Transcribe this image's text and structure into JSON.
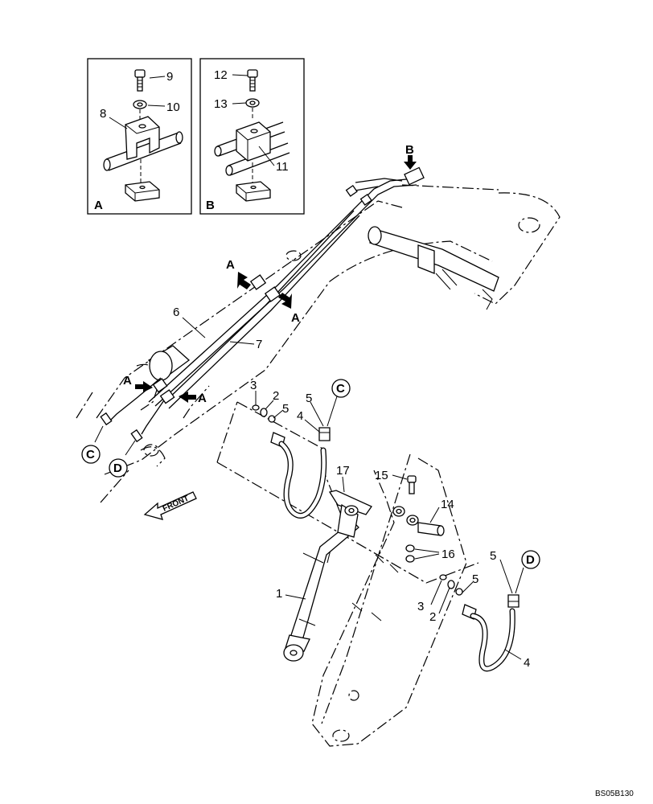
{
  "diagram_code": "BS05B130",
  "front_label": "FRONT",
  "detail_views": [
    {
      "letter": "A",
      "parts": [
        "9",
        "10",
        "8"
      ]
    },
    {
      "letter": "B",
      "parts": [
        "12",
        "13",
        "11"
      ]
    }
  ],
  "view_arrows": [
    "A",
    "A",
    "A",
    "A",
    "B"
  ],
  "connectors": [
    "C",
    "D"
  ],
  "part_numbers": {
    "cylinder": "1",
    "o_ring": "2",
    "adapter": "3",
    "hose": "4",
    "o_ring_end": "5",
    "pipe_left": "6",
    "pipe_right": "7",
    "clamp_a": "8",
    "bolt_a": "9",
    "washer_a": "10",
    "clamp_b": "11",
    "bolt_b": "12",
    "washer_b": "13",
    "pin": "14",
    "bolt_pin": "15",
    "nut": "16",
    "shim": "17"
  }
}
